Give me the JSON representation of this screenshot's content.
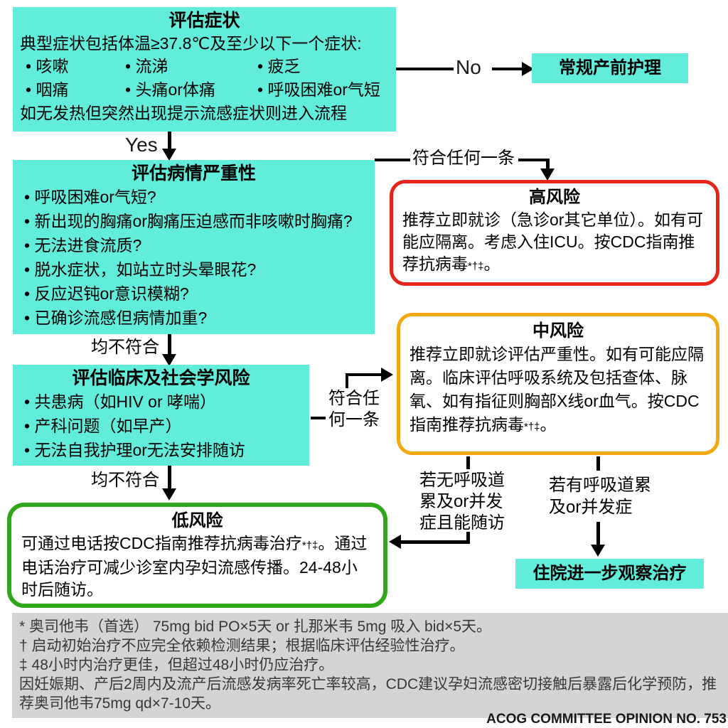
{
  "flowchart": {
    "assess_symptoms": {
      "title": "评估症状",
      "intro": "典型症状包括体温≥37.8℃及至少以下一个症状:",
      "symptoms": [
        "咳嗽",
        "流涕",
        "疲乏",
        "咽痛",
        "头痛or体痛",
        "呼吸困难or气短"
      ],
      "note": "如无发热但突然出现提示流感症状则进入流程"
    },
    "labels": {
      "no": "No",
      "yes": "Yes",
      "any_match": "符合任何一条",
      "none_match": "均不符合",
      "any_match_wrapped": "符合任\n何一条",
      "no_resp": "若无呼吸道\n累及or并发\n症且能随访",
      "resp": "若有呼吸道累\n及or并发症"
    },
    "routine_care": {
      "label": "常规产前护理"
    },
    "assess_severity": {
      "title": "评估病情严重性",
      "items": [
        "呼吸困难or气短?",
        "新出现的胸痛or胸痛压迫感而非咳嗽时胸痛?",
        "无法进食流质?",
        "脱水症状，如站立时头晕眼花?",
        "反应迟钝or意识模糊?",
        "已确诊流感但病情加重?"
      ]
    },
    "high_risk": {
      "title": "高风险",
      "body1": "推荐立即就诊（急诊or其它单位）。如有可能应隔离。考虑入住ICU。按CDC指南推荐抗病毒",
      "marker": "*†‡",
      "body2": "。"
    },
    "assess_risk": {
      "title": "评估临床及社会学风险",
      "items": [
        "共患病（如HIV or 哮喘）",
        "产科问题（如早产）",
        "无法自我护理or无法安排随访"
      ]
    },
    "medium_risk": {
      "title": "中风险",
      "body1": "推荐立即就诊评估严重性。如有可能应隔离。临床评估呼吸系统及包括查体、脉氧、如有指征则胸部X线or血气。按CDC指南推荐抗病毒",
      "marker": "*†‡",
      "body2": "。"
    },
    "low_risk": {
      "title": "低风险",
      "body1": "可通过电话按CDC指南推荐抗病毒治疗",
      "marker": "*†‡",
      "body2": "。通过电话治疗可减少诊室内孕妇流感传播。24-48小时后随访。"
    },
    "hospitalize": {
      "label": "住院进一步观察治疗"
    }
  },
  "footnotes": {
    "lines": [
      "* 奥司他韦（首选） 75mg bid PO×5天 or 扎那米韦 5mg 吸入 bid×5天。",
      "† 启动初始治疗不应完全依赖检测结果；根据临床评估经验性治疗。",
      "‡ 48小时内治疗更佳，但超过48小时仍应治疗。",
      "因妊娠期、产后2周内及流产后流感发病率死亡率较高，CDC建议孕妇流感密切接触后暴露后化学预防，推荐奥司他韦75mg qd×7-10天。"
    ]
  },
  "source": {
    "label": "ACOG COMMITTEE OPINION NO. 753"
  },
  "colors": {
    "cyan": "#62EDDA",
    "red": "#E4251B",
    "orange": "#F0A90F",
    "green": "#30A61A",
    "gray_bg": "#D4D4D4"
  }
}
